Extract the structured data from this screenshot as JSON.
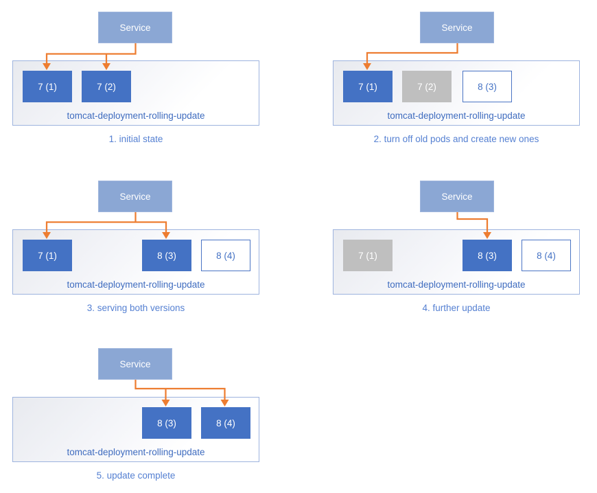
{
  "panels": [
    {
      "id": "initial-state",
      "service_label": "Service",
      "deployment_label": "tomcat-deployment-rolling-update",
      "caption": "1. initial state",
      "pods": [
        {
          "label": "7 (1)",
          "state": "active"
        },
        {
          "label": "7 (2)",
          "state": "active"
        }
      ]
    },
    {
      "id": "turn-off-old-pods",
      "service_label": "Service",
      "deployment_label": "tomcat-deployment-rolling-update",
      "caption": "2. turn off old pods and create new ones",
      "pods": [
        {
          "label": "7 (1)",
          "state": "active"
        },
        {
          "label": "7 (2)",
          "state": "terminated"
        },
        {
          "label": "8 (3)",
          "state": "new"
        }
      ]
    },
    {
      "id": "serving-both-versions",
      "service_label": "Service",
      "deployment_label": "tomcat-deployment-rolling-update",
      "caption": "3. serving both versions",
      "pods": [
        {
          "label": "7 (1)",
          "state": "active"
        },
        {
          "label": "8 (3)",
          "state": "active"
        },
        {
          "label": "8 (4)",
          "state": "new"
        }
      ]
    },
    {
      "id": "further-update",
      "service_label": "Service",
      "deployment_label": "tomcat-deployment-rolling-update",
      "caption": "4. further update",
      "pods": [
        {
          "label": "7 (1)",
          "state": "terminated"
        },
        {
          "label": "8 (3)",
          "state": "active"
        },
        {
          "label": "8 (4)",
          "state": "new"
        }
      ]
    },
    {
      "id": "update-complete",
      "service_label": "Service",
      "deployment_label": "tomcat-deployment-rolling-update",
      "caption": "5. update complete",
      "pods": [
        {
          "label": "8 (3)",
          "state": "active"
        },
        {
          "label": "8 (4)",
          "state": "active"
        }
      ]
    }
  ],
  "colors": {
    "service_fill": "#8BA7D4",
    "pod_active": "#4472C4",
    "pod_terminated": "#BFBFBF",
    "pod_new_border": "#4A74C4",
    "arrow": "#ED7D31",
    "deployment_border": "#9DB3DE",
    "deployment_label_text": "#3F6CBF",
    "caption_text": "#5580D2"
  }
}
